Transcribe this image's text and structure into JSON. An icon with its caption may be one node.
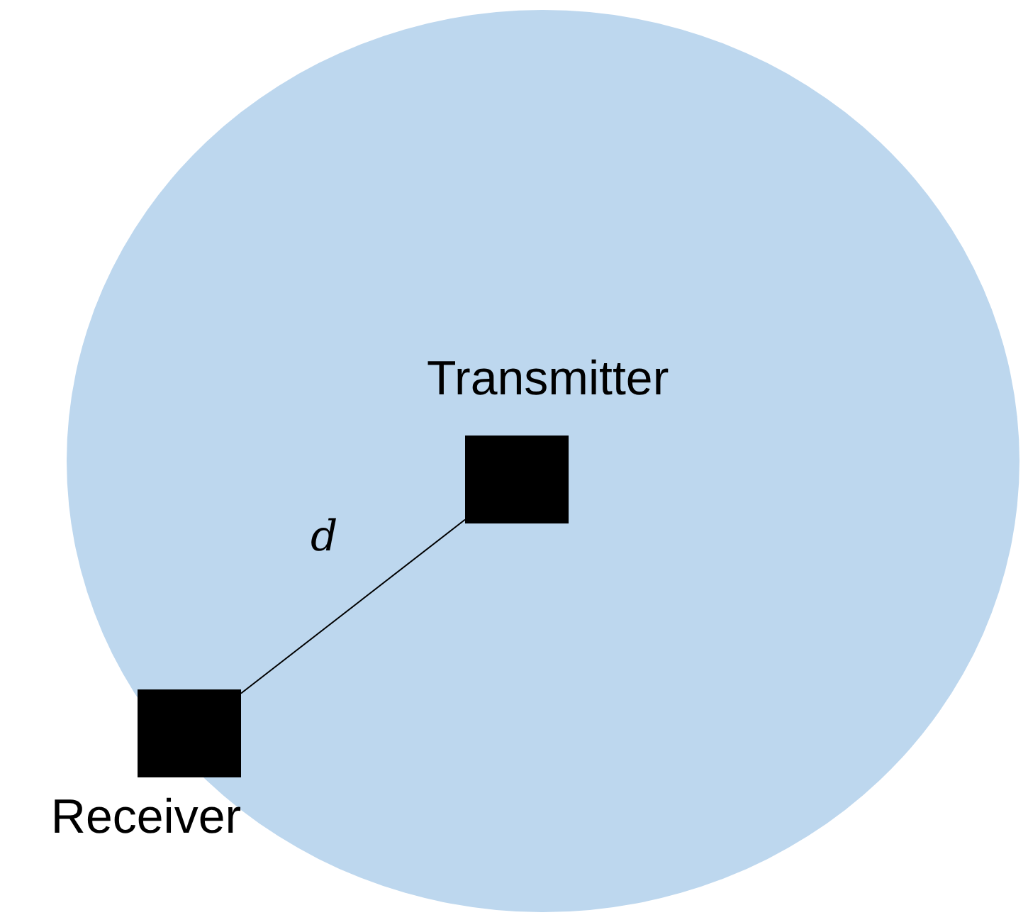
{
  "diagram": {
    "nodes": [
      {
        "text": [
          "Transmitter"
        ]
      },
      {
        "text": [
          "Receiver"
        ]
      }
    ],
    "edges": [
      {
        "from": 0,
        "to": 1,
        "arrow": "none",
        "label": "d"
      }
    ]
  }
}
